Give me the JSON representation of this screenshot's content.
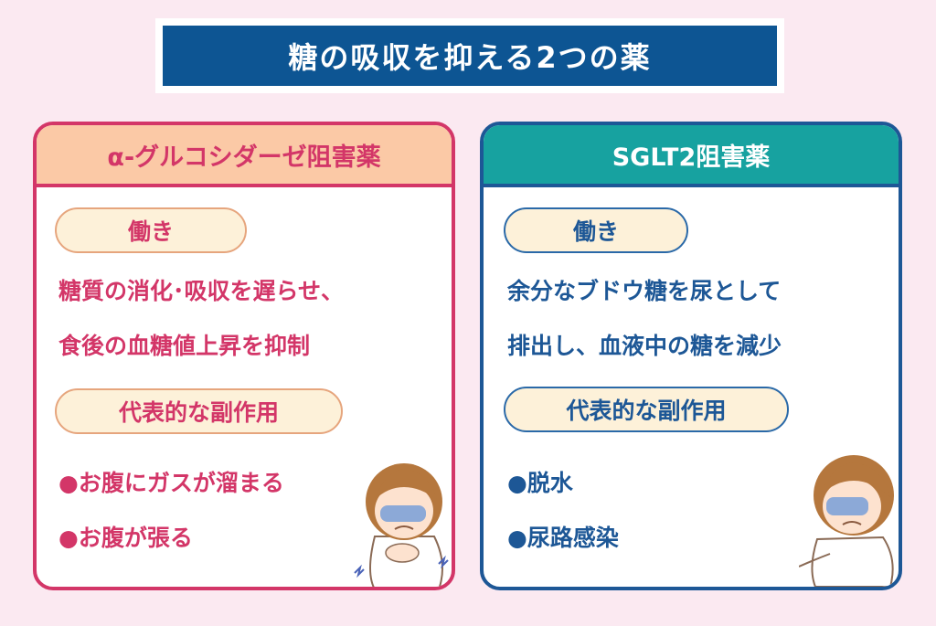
{
  "title": "糖の吸収を抑える2つの薬",
  "left_panel": {
    "heading": "α-グルコシダーゼ阻害薬",
    "action_label": "働き",
    "action_lines": [
      "糖質の消化･吸収を遅らせ、",
      "食後の血糖値上昇を抑制"
    ],
    "side_effect_label": "代表的な副作用",
    "side_effects": [
      "●お腹にガスが溜まる",
      "●お腹が張る"
    ]
  },
  "right_panel": {
    "heading": "SGLT2阻害薬",
    "action_label": "働き",
    "action_lines": [
      "余分なブドウ糖を尿として",
      "排出し、血液中の糖を減少"
    ],
    "side_effect_label": "代表的な副作用",
    "side_effects": [
      "●脱水",
      "●尿路感染"
    ]
  },
  "colors": {
    "background": "#fbe9f1",
    "title_bg": "#0d5593",
    "left_accent": "#d33668",
    "left_header": "#fbc9a6",
    "right_accent": "#1d5796",
    "right_header": "#17a2a0",
    "pill_bg": "#fdf1d9"
  }
}
